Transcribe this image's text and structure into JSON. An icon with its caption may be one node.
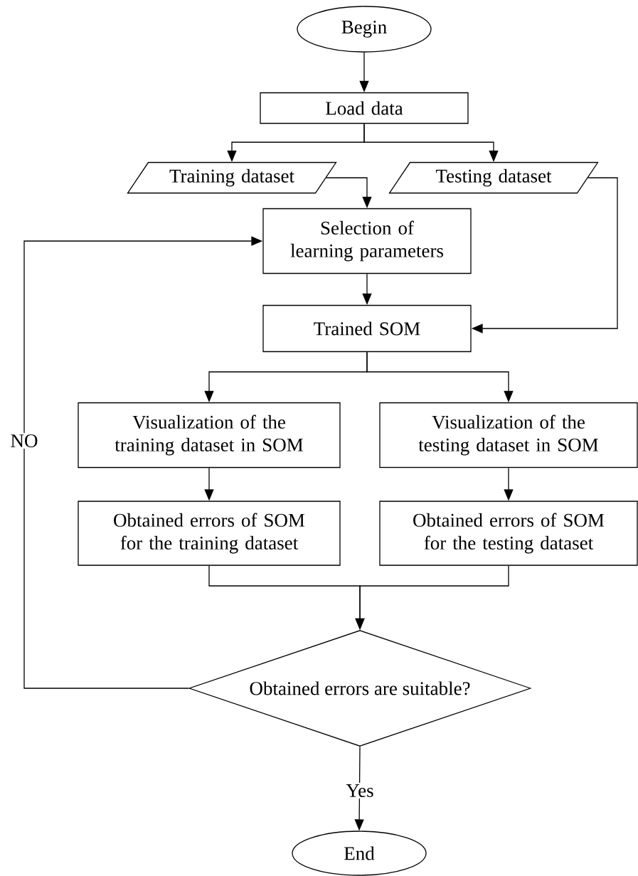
{
  "diagram": {
    "nodes": [
      {
        "text": [
          "Begin"
        ]
      },
      {
        "text": [
          "Load data"
        ]
      },
      {
        "text": [
          "Training dataset"
        ]
      },
      {
        "text": [
          "Testing dataset"
        ]
      },
      {
        "text": [
          "Selection of learning parameters"
        ]
      },
      {
        "text": [
          "Trained SOM"
        ]
      },
      {
        "text": [
          "Visualization of the training dataset in SOM"
        ]
      },
      {
        "text": [
          "Visualization of the testing dataset in SOM"
        ]
      },
      {
        "text": [
          "Obtained errors of SOM for the training dataset"
        ]
      },
      {
        "text": [
          "Obtained errors of SOM for the testing dataset"
        ]
      },
      {
        "text": [
          "Obtained errors are suitable?"
        ]
      },
      {
        "text": [
          "End"
        ]
      }
    ],
    "edges": [
      {
        "from": 0,
        "to": 1,
        "arrow": "to"
      },
      {
        "from": 1,
        "to": 2,
        "arrow": "to"
      },
      {
        "from": 1,
        "to": 3,
        "arrow": "to"
      },
      {
        "from": 2,
        "to": 4,
        "arrow": "to"
      },
      {
        "from": 3,
        "to": 5,
        "arrow": "to"
      },
      {
        "from": 4,
        "to": 5,
        "arrow": "to"
      },
      {
        "from": 5,
        "to": 6,
        "arrow": "to"
      },
      {
        "from": 5,
        "to": 7,
        "arrow": "to"
      },
      {
        "from": 6,
        "to": 8,
        "arrow": "to"
      },
      {
        "from": 7,
        "to": 9,
        "arrow": "to"
      },
      {
        "from": 8,
        "to": 10,
        "arrow": "to"
      },
      {
        "from": 9,
        "to": 10,
        "arrow": "to"
      },
      {
        "from": 10,
        "to": 11,
        "arrow": "to",
        "label": "Yes"
      },
      {
        "from": 10,
        "to": 4,
        "arrow": "to",
        "label": "NO"
      }
    ]
  }
}
